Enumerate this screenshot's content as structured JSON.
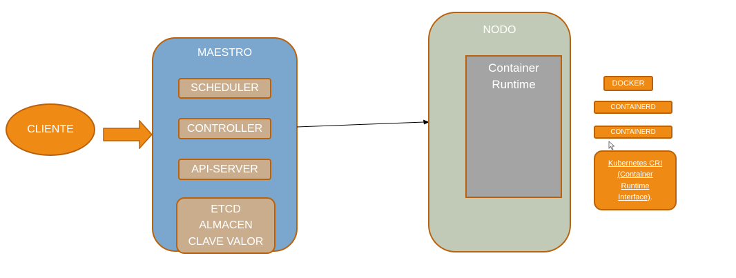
{
  "cliente": {
    "label": "CLIENTE"
  },
  "maestro": {
    "title": "MAESTRO",
    "components": {
      "scheduler": "SCHEDULER",
      "controller": "CONTROLLER",
      "api_server": "API-SERVER",
      "etcd_lines": [
        "ETCD",
        "ALMACEN",
        "CLAVE VALOR"
      ]
    }
  },
  "nodo": {
    "title": "NODO",
    "runtime_lines": [
      "Container",
      "Runtime"
    ]
  },
  "runtimes": {
    "docker": "DOCKER",
    "containerd_1": "CONTAINERD",
    "containerd_2": "CONTAINERD"
  },
  "cri": {
    "lines": [
      "Kubernetes CRI",
      "(Container",
      "Runtime",
      "Interface)",
      "."
    ]
  },
  "colors": {
    "orange": "#ef8a14",
    "orange_border": "#b9610c",
    "maestro_blue": "#7ba6cd",
    "component_tan": "#c9ad8d",
    "nodo_green": "#c0cab6",
    "runtime_gray": "#a4a4a4"
  }
}
